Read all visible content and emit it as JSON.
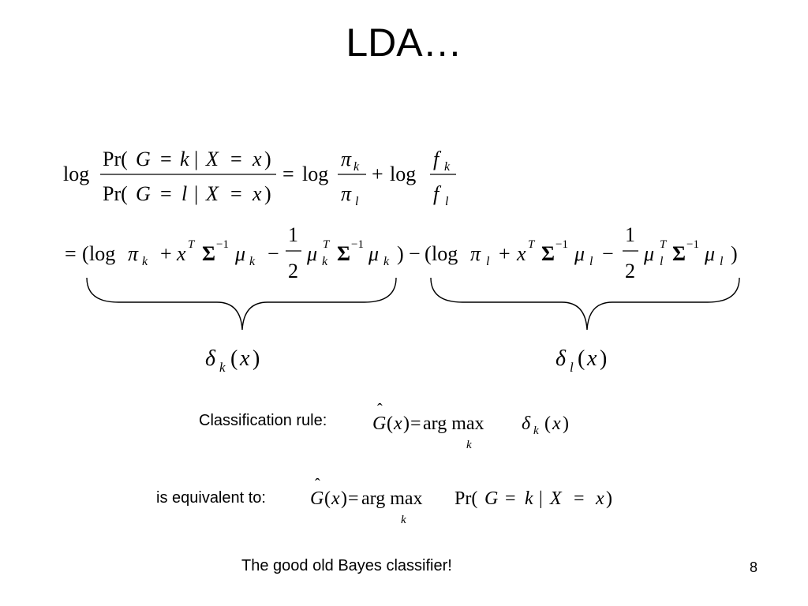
{
  "slide": {
    "title": "LDA…",
    "page_number": "8"
  },
  "math": {
    "log": "log",
    "pr_open": "Pr(",
    "G": "G",
    "eq": "=",
    "k": "k",
    "l": "l",
    "bar": "|",
    "X": "X",
    "x": "x",
    "paren_close": ")",
    "paren_open": "(",
    "pi": "π",
    "f": "f",
    "plus": "+",
    "minus": "−",
    "T": "T",
    "Sigma": "Σ",
    "neg_one": "−1",
    "mu": "μ",
    "one": "1",
    "two": "2",
    "delta": "δ",
    "hat": "ˆ",
    "argmax": "arg max"
  },
  "labels": {
    "classification_rule": "Classification rule:",
    "equivalent_to": "is equivalent to:",
    "bayes": "The good old Bayes classifier!"
  }
}
